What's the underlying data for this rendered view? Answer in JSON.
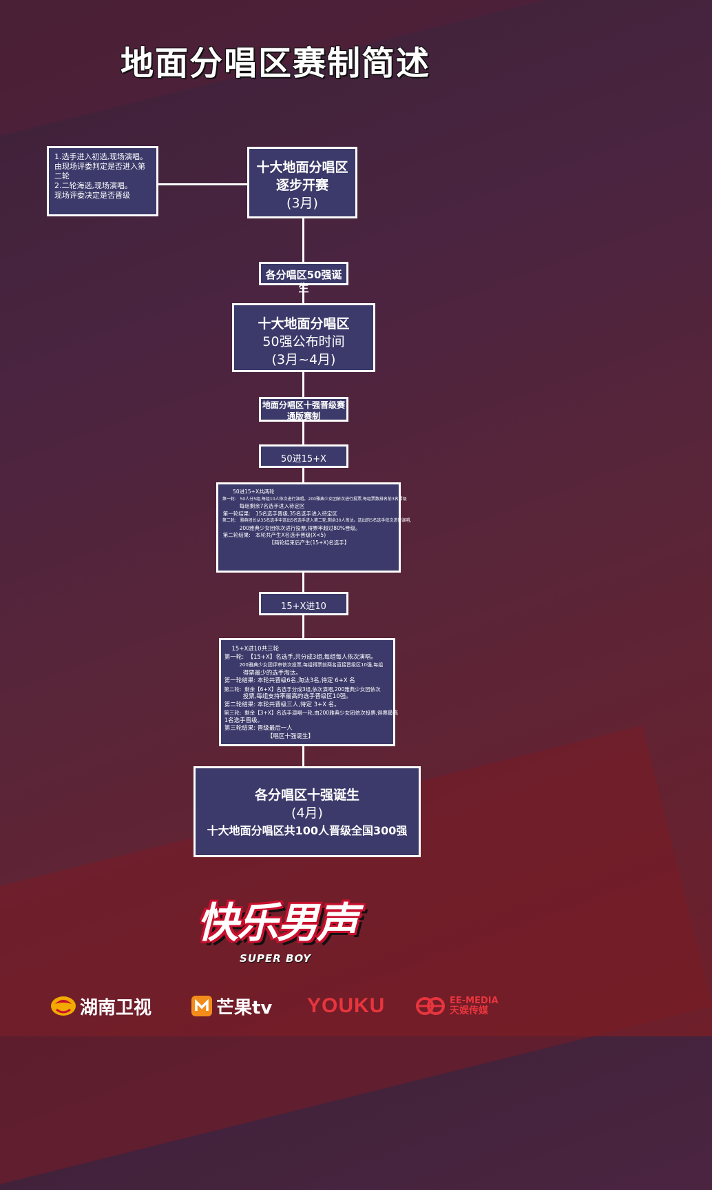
{
  "title": "地面分唱区赛制简述",
  "side_note": {
    "lines": [
      "1.选手进入初选,现场演唱。",
      "由现场评委判定是否进入第二轮",
      "2.二轮海选,现场演唱。",
      "现场评委决定是否晋级"
    ]
  },
  "stage1": {
    "line1": "十大地面分唱区",
    "line2": "逐步开赛",
    "line3": "(3月)"
  },
  "label_top50": "各分唱区50强诞生",
  "stage2": {
    "line1": "十大地面分唱区",
    "line2": "50强公布时间",
    "line3": "(3月~4月)"
  },
  "label_rule": {
    "line1": "地面分唱区十强晋级赛",
    "line2": "通版赛制"
  },
  "label_50to15": "50进15+X",
  "rules1": {
    "lines": [
      "        50进15+X共两轮",
      "  第一轮:   50人分5组,每组10人依次进行演唱。200雅典少女团依次进行投票,每组票数排名前3名晋级",
      "            每组剩余7名选手进入待定区",
      "  第一轮结果:   15名选手晋级,35名选手进入待定区",
      "  第二轮:   雅典团长从35名选手中选出5名选手进入第二轮,剩余30人淘汰。选出的5名选手依次进行演唱,",
      "            200雅典少女团依次进行投票,得票率超过80%晋级。",
      "  第二轮结果:   本轮共产生X名选手晋级(X<5)",
      "                              【两轮结束后产生(15+X)名选手】"
    ]
  },
  "label_15to10": "15+X进10",
  "rules2": {
    "lines": [
      "     15+X进10共三轮",
      " 第一轮:  【15+X】名选手,共分成3组,每组每人依次演唱。",
      "           200雅典少女团评审依次投票,每组得票前两名直接晋级区10强,每组",
      "           得票最少的选手淘汰。",
      " 第一轮结果: 本轮共晋级6名,淘汰3名,待定 6+X 名",
      " 第二轮:  剩余【6+X】名选手分成3组,依次演唱,200雅典少女团依次",
      "           投票,每组支持率最高的选手晋级区10强。",
      " 第二轮结果: 本轮共晋级三人,待定 3+X 名。",
      " 第三轮:  剩余【3+X】名选手演唱一轮,由200雅典少女团依次投票,得票最高",
      " 1名选手晋级。",
      " 第三轮结果: 晋级最后一人",
      "                        【唱区十强诞生】"
    ]
  },
  "stage_final": {
    "line1": "各分唱区十强诞生",
    "line2": "(4月)",
    "line3": "十大地面分唱区共100人晋级全国300强"
  },
  "brand": {
    "show_title": "快乐男声",
    "show_subtitle": "SUPER BOY"
  },
  "sponsors": {
    "hunan": "湖南卫视",
    "mango": "芒果tv",
    "youku": "YOUKU",
    "ee_top": "EE-MEDIA",
    "ee_bottom": "天娱传媒"
  },
  "colors": {
    "box": "#3c3a6a",
    "accent_red": "#c8102e",
    "youku_red": "#e8353d",
    "mango_orange": "#f28c1a"
  }
}
